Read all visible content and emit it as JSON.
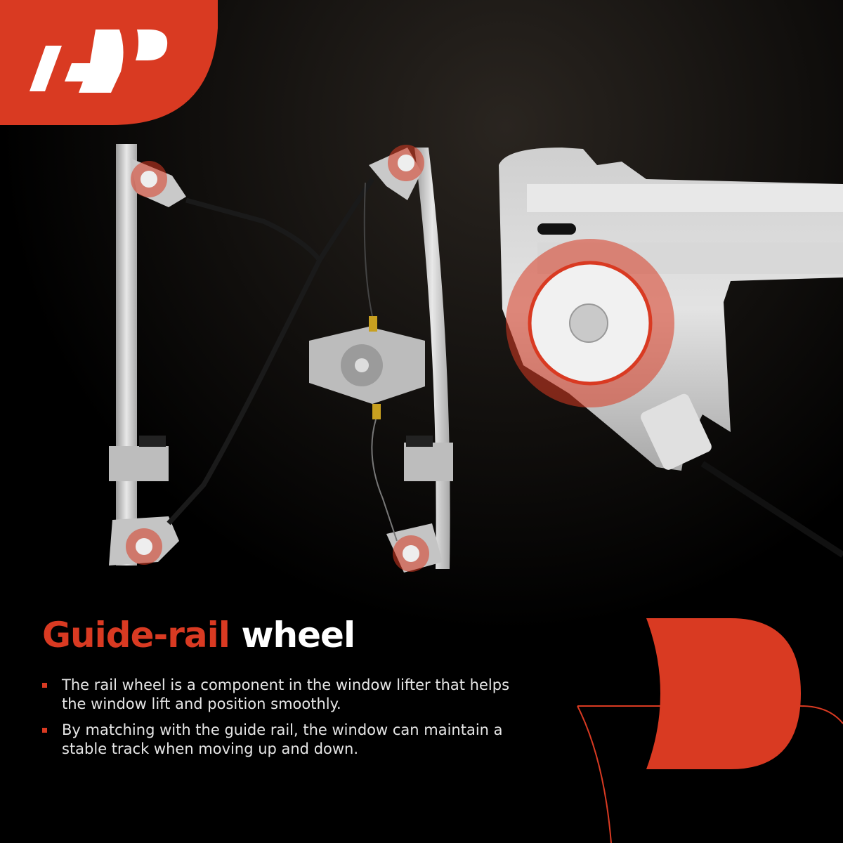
{
  "brand": {
    "logo_text": "A-P",
    "accent_color": "#d93a22"
  },
  "headline": {
    "accent_part": "Guide-rail",
    "rest": "wheel"
  },
  "bullets": [
    {
      "text": "The rail wheel is a component in the window lifter that helps the window lift and position smoothly."
    },
    {
      "text": "By matching with the guide rail, the window can maintain a stable track when moving up and down."
    }
  ]
}
